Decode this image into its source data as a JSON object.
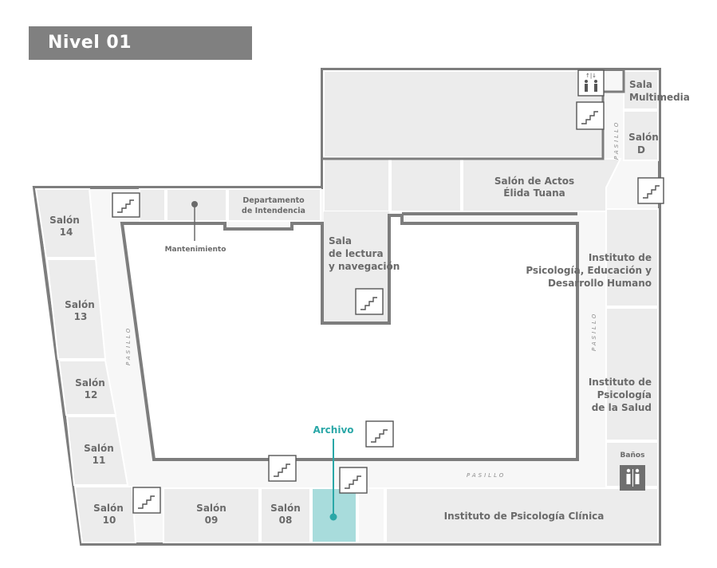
{
  "header": {
    "title": "Nivel 01"
  },
  "rooms": {
    "salon14": [
      "Salón",
      "14"
    ],
    "salon13": [
      "Salón",
      "13"
    ],
    "salon12": [
      "Salón",
      "12"
    ],
    "salon11": [
      "Salón",
      "11"
    ],
    "salon10": [
      "Salón",
      "10"
    ],
    "salon09": [
      "Salón",
      "09"
    ],
    "salon08": [
      "Salón",
      "08"
    ],
    "mantenimiento": "Mantenimiento",
    "intendencia": [
      "Departamento",
      "de Intendencia"
    ],
    "sala_lectura": [
      "Sala",
      "de lectura",
      "y navegación"
    ],
    "salon_actos": [
      "Salón de Actos",
      "Élida Tuana"
    ],
    "sala_multimedia": [
      "Sala",
      "Multimedia"
    ],
    "salon_d": [
      "Salón",
      "D"
    ],
    "inst_desarrollo": [
      "Instituto de",
      "Psicología, Educación y",
      "Desarrollo Humano"
    ],
    "inst_salud": [
      "Instituto de",
      "Psicología",
      "de la Salud"
    ],
    "banos": "Baños",
    "inst_clinica": "Instituto de Psicología Clínica",
    "archivo": "Archivo"
  },
  "corridor_label": "PASILLO",
  "colors": {
    "accent": "#2aa7a7",
    "archive_fill": "#a8dcdc",
    "wall": "#808080",
    "room": "#ededed",
    "corridor": "#f7f7f7"
  }
}
